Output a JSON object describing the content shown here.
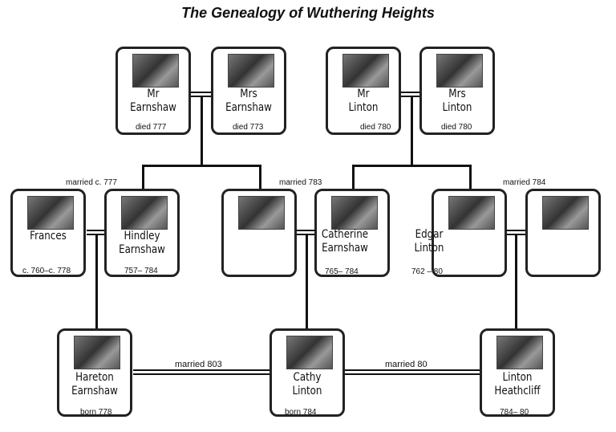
{
  "title": "The Genealogy of Wuthering Heights",
  "people": {
    "mr_earnshaw": {
      "name1": "Mr",
      "name2": "Earnshaw",
      "dates": "died 777"
    },
    "mrs_earnshaw": {
      "name1": "Mrs",
      "name2": "Earnshaw",
      "dates": "died 773"
    },
    "mr_linton": {
      "name1": "Mr",
      "name2": "Linton",
      "dates": "died 780"
    },
    "mrs_linton": {
      "name1": "Mrs",
      "name2": "Linton",
      "dates": "died 780"
    },
    "frances": {
      "name1": "Frances",
      "dates": "c. 760–c. 778"
    },
    "hindley": {
      "name1": "Hindley",
      "name2": "Earnshaw",
      "dates": "757– 784"
    },
    "catherine": {
      "name1": "Catherine",
      "name2": "Earnshaw",
      "dates": "765– 784"
    },
    "edgar": {
      "name1": "Edgar",
      "name2": "Linton",
      "dates": "762 – 80"
    },
    "hareton": {
      "name1": "Hareton",
      "name2": "Earnshaw",
      "dates": "born 778"
    },
    "cathy": {
      "name1": "Cathy",
      "name2": "Linton",
      "dates": "born 784"
    },
    "linton_h": {
      "name1": "Linton",
      "name2": "Heathcliff",
      "dates": "784– 80"
    }
  },
  "marriages": {
    "hindley_frances": "married c. 777",
    "catherine_edgar": "married 783",
    "isabella_heathcliff": "married 784",
    "hareton_cathy": "married 803",
    "cathy_linton": "married 80"
  }
}
